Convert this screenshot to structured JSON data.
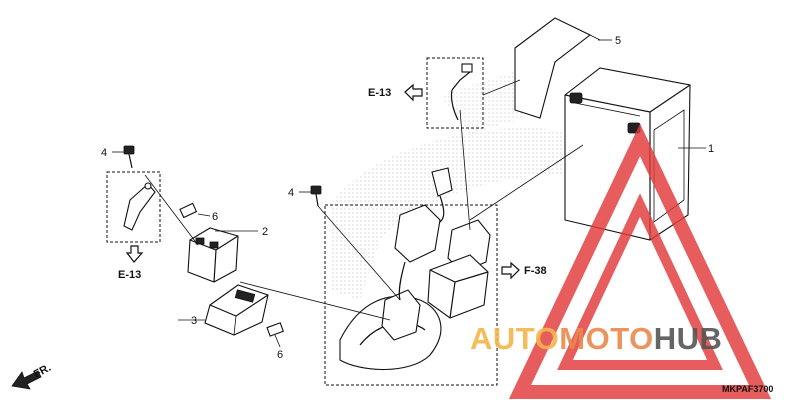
{
  "diagram": {
    "callouts": {
      "c1": "1",
      "c2": "2",
      "c3": "3",
      "c4a": "4",
      "c4b": "4",
      "c5": "5",
      "c6a": "6",
      "c6b": "6"
    },
    "refs": {
      "e13_top": "E-13",
      "e13_left": "E-13",
      "f38": "F-38",
      "front": "FR."
    },
    "part_code": "MKPAF3700"
  },
  "watermark": {
    "word_light": "AUTO",
    "word_mid": "MOTO",
    "word_dark": "HUB",
    "color_light": "#f5b54a",
    "color_mid": "#e9894c",
    "color_dark": "#555555",
    "triangle_color": "#e23a3a"
  }
}
